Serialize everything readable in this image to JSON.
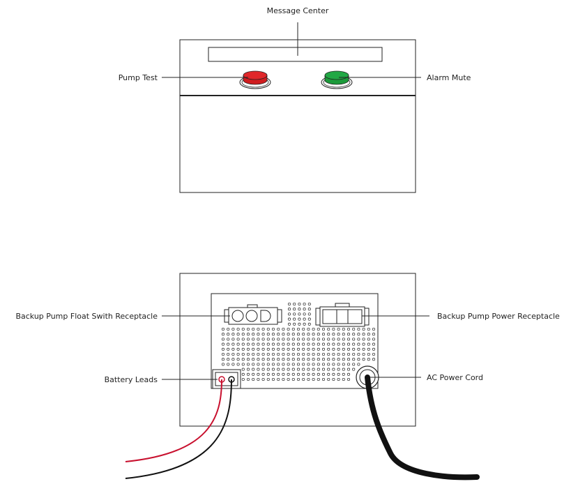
{
  "labels": {
    "message_center": "Message Center",
    "pump_test": "Pump Test",
    "alarm_mute": "Alarm Mute",
    "float_switch": "Backup Pump Float Swith Receptacle",
    "power_receptacle": "Backup Pump Power Receptacle",
    "battery_leads": "Battery Leads",
    "ac_power_cord": "AC Power Cord"
  },
  "colors": {
    "outline": "#222222",
    "pump_test_button": "#d01c1f",
    "alarm_mute_button": "#1c9a3a",
    "red_lead": "#c8102e",
    "black_lead": "#111111",
    "ac_cord": "#111111"
  }
}
